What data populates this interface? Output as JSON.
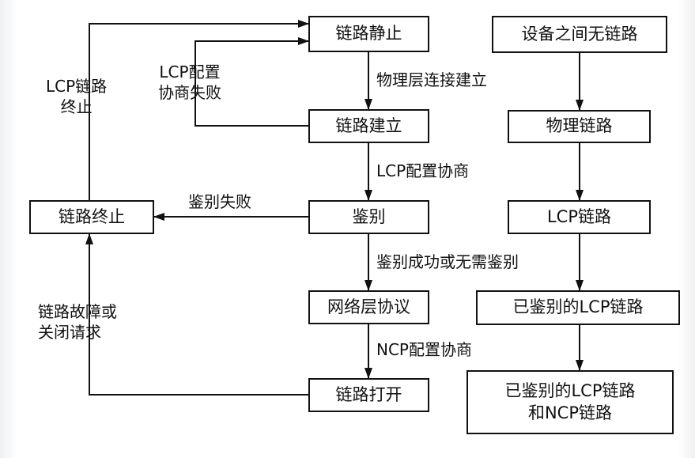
{
  "nodes": {
    "link_dead": "链路静止",
    "link_establish": "链路建立",
    "authenticate": "鉴别",
    "network_protocol": "网络层协议",
    "link_open": "链路打开",
    "link_terminate": "链路终止",
    "no_link": "设备之间无链路",
    "physical_link": "物理链路",
    "lcp_link": "LCP链路",
    "auth_lcp_link": "已鉴别的LCP链路",
    "auth_lcp_ncp_line1": "已鉴别的LCP链路",
    "auth_lcp_ncp_line2": "和NCP链路"
  },
  "edges": {
    "physical_up": "物理层连接建立",
    "lcp_negotiation": "LCP配置协商",
    "auth_success": "鉴别成功或无需鉴别",
    "ncp_negotiation": "NCP配置协商",
    "auth_fail": "鉴别失败",
    "lcp_terminate_line1": "LCP链路",
    "lcp_terminate_line2": "终止",
    "lcp_fail_line1": "LCP配置",
    "lcp_fail_line2": "协商失败",
    "fault_line1": "链路故障或",
    "fault_line2": "关闭请求"
  }
}
